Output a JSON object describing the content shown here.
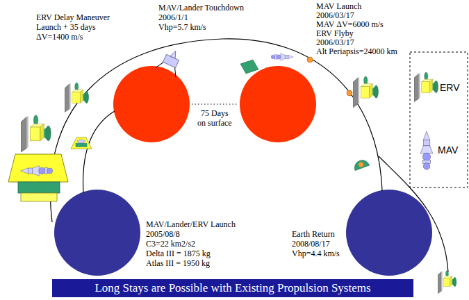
{
  "diagram": {
    "caption": "Long Stays are Possible with Existing Propulsion Systems",
    "labels": [
      "ERV Delay Maneuver",
      "Launch + 35 days",
      "ΔV=1400 m/s",
      "MAV/Lander Touchdown",
      "2006/1/1",
      "Vhp=5.7 km/s",
      "MAV Launch",
      "2006/03/17",
      "MAV ΔV=6000 m/s",
      "ERV Flyby",
      "2006/03/17",
      "Alt Periapsis=24000 km",
      "75 Days",
      "on surface",
      "MAV/Lander/ERV Launch",
      "2005/08/8",
      "C3=22 km2/s2",
      "Delta III = 1875 kg",
      "Atlas III = 1950 kg",
      "Earth Return",
      "2008/08/17",
      "Vhp=4.4 km/s"
    ],
    "legend": [
      {
        "text": "ERV"
      },
      {
        "text": "MAV"
      }
    ]
  }
}
